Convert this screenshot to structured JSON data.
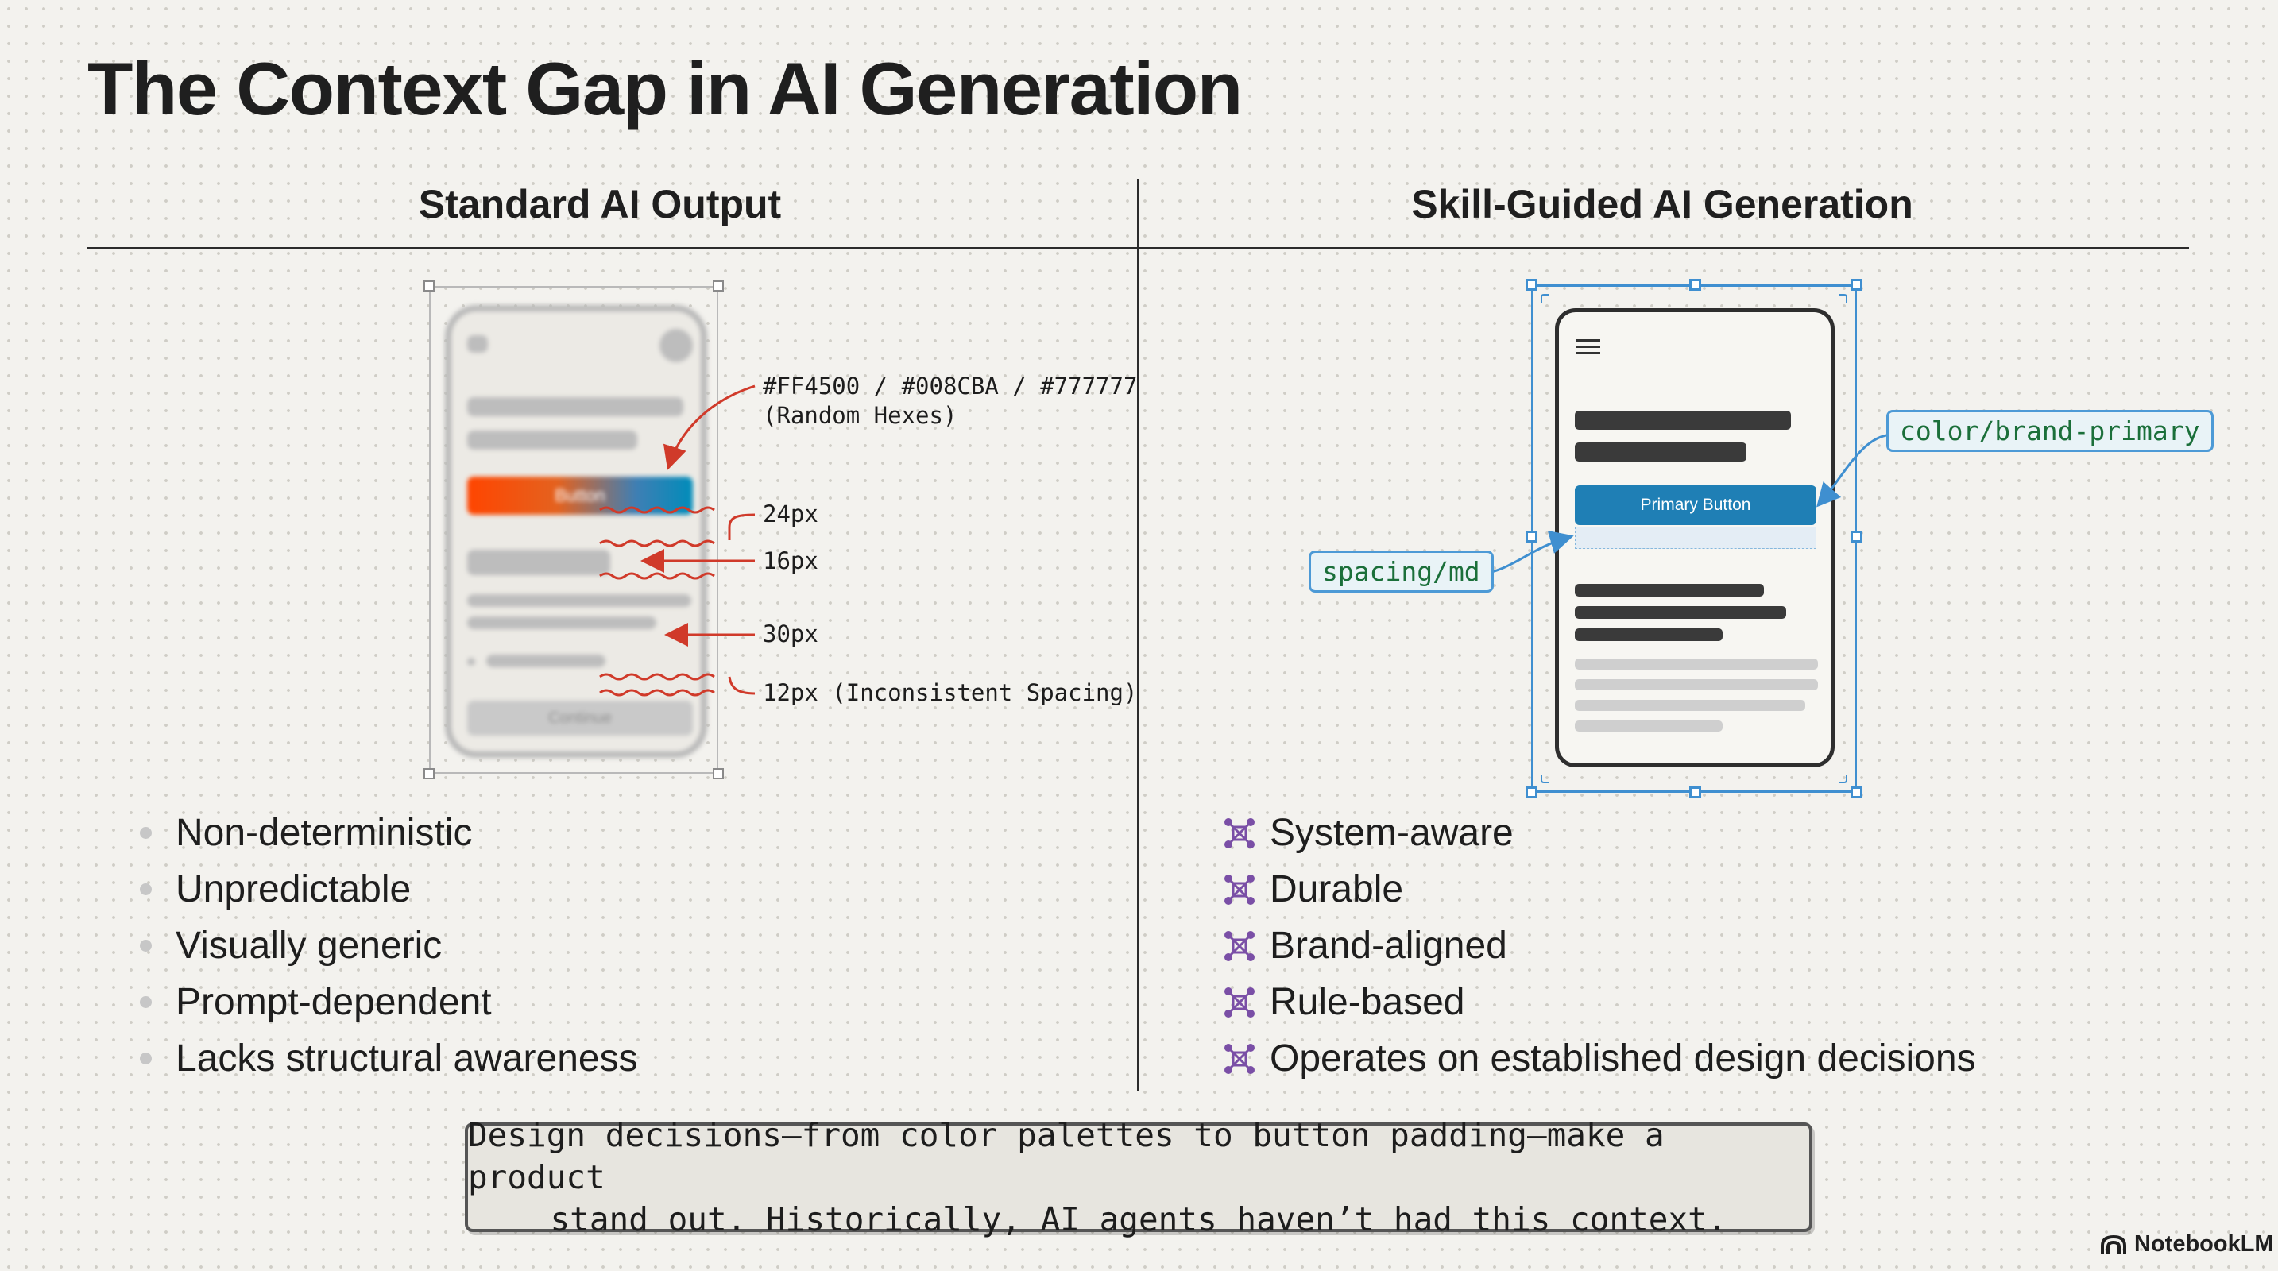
{
  "title": "The Context Gap in AI Generation",
  "left": {
    "heading": "Standard AI Output",
    "phone": {
      "button_label": "Button",
      "continue_label": "Continue"
    },
    "annotations": {
      "hexes": "#FF4500 / #008CBA / #777777",
      "hexes_note": "(Random Hexes)",
      "spacing_24": "24px",
      "spacing_16": "16px",
      "spacing_30": "30px",
      "spacing_12": "12px (Inconsistent Spacing)"
    },
    "bullets": [
      "Non-deterministic",
      "Unpredictable",
      "Visually generic",
      "Prompt-dependent",
      "Lacks structural awareness"
    ]
  },
  "right": {
    "heading": "Skill-Guided AI Generation",
    "phone": {
      "button_label": "Primary Button"
    },
    "tags": {
      "brand": "color/brand-primary",
      "spacing": "spacing/md"
    },
    "bullets": [
      "System-aware",
      "Durable",
      "Brand-aligned",
      "Rule-based",
      "Operates on established design decisions"
    ]
  },
  "footer": {
    "line1": "Design decisions—from color palettes to button padding—make a product",
    "line2": "stand out. Historically, AI agents haven’t had this context."
  },
  "brand": "NotebookLM",
  "colors": {
    "random_orange": "#FF4500",
    "random_blue": "#008CBA",
    "random_gray": "#777777",
    "primary_button": "#1f7fb5",
    "selection_blue": "#3f8fd0",
    "annotation_red": "#d03a2a",
    "tag_text_green": "#1b6f3a"
  }
}
